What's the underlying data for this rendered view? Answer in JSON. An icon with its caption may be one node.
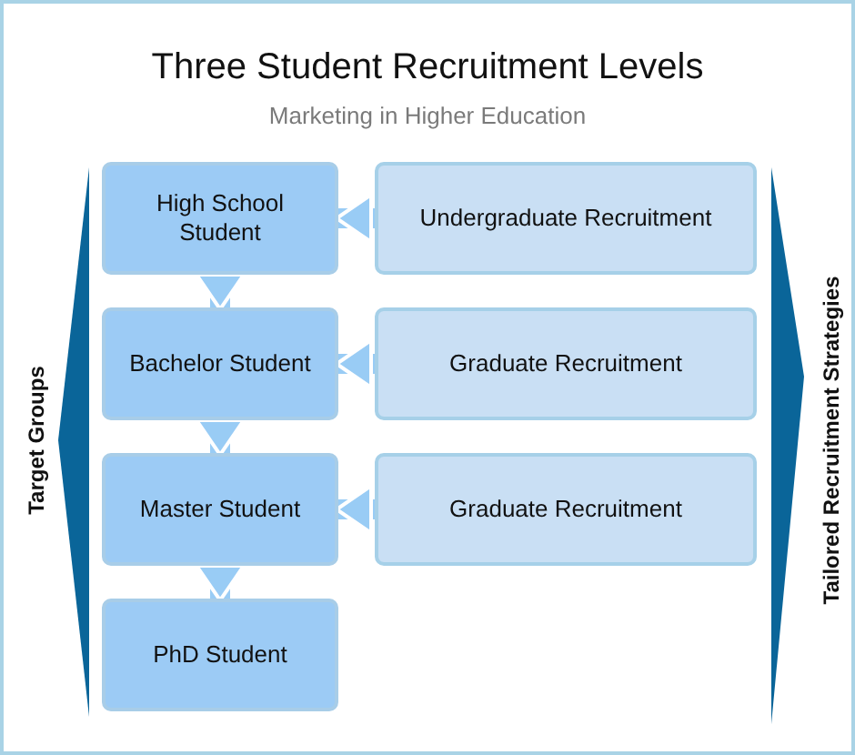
{
  "diagram": {
    "title": "Three Student Recruitment Levels",
    "caption": "Marketing in Higher Education",
    "nodes": [
      {
        "text": [
          "High School Student"
        ]
      },
      {
        "text": [
          "Bachelor Student"
        ]
      },
      {
        "text": [
          "Master Student"
        ]
      },
      {
        "text": [
          "PhD Student"
        ]
      },
      {
        "text": [
          "Undergraduate Recruitment"
        ]
      },
      {
        "text": [
          "Graduate Recruitment"
        ]
      },
      {
        "text": [
          "Graduate Recruitment"
        ]
      }
    ],
    "edges": [
      {
        "from": 0,
        "to": 1,
        "arrow": "to"
      },
      {
        "from": 1,
        "to": 2,
        "arrow": "to"
      },
      {
        "from": 2,
        "to": 3,
        "arrow": "to"
      },
      {
        "from": 4,
        "to": 0,
        "arrow": "to"
      },
      {
        "from": 5,
        "to": 1,
        "arrow": "to"
      },
      {
        "from": 6,
        "to": 2,
        "arrow": "to"
      }
    ],
    "labels": [
      "Target Groups",
      "Tailored Recruitment Strategies"
    ]
  }
}
